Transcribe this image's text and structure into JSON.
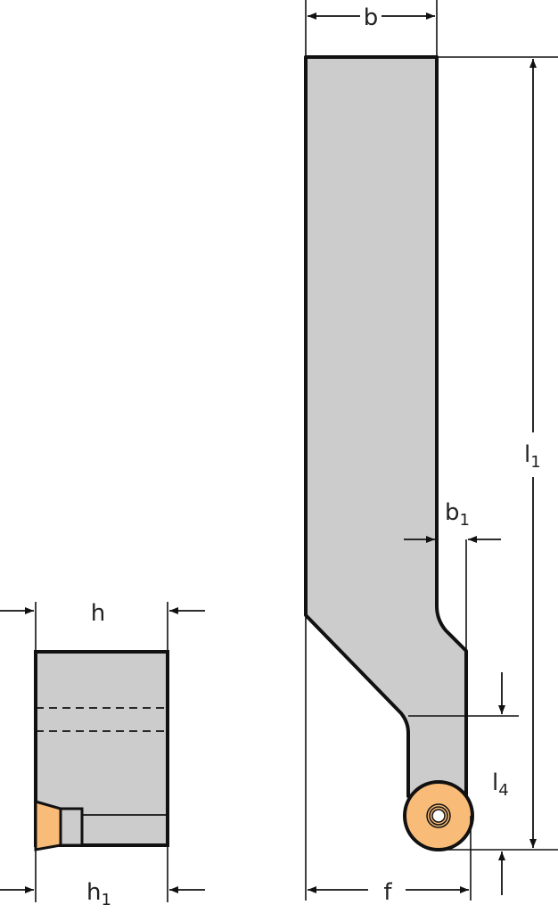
{
  "labels": {
    "b": "b",
    "b1_main": "b",
    "b1_sub": "1",
    "l1_main": "l",
    "l1_sub": "1",
    "l4_main": "l",
    "l4_sub": "4",
    "f": "f",
    "h": "h",
    "h1_main": "h",
    "h1_sub": "1"
  },
  "colors": {
    "body": "#cccccc",
    "insert": "#f9bb78",
    "outline": "#111111"
  }
}
